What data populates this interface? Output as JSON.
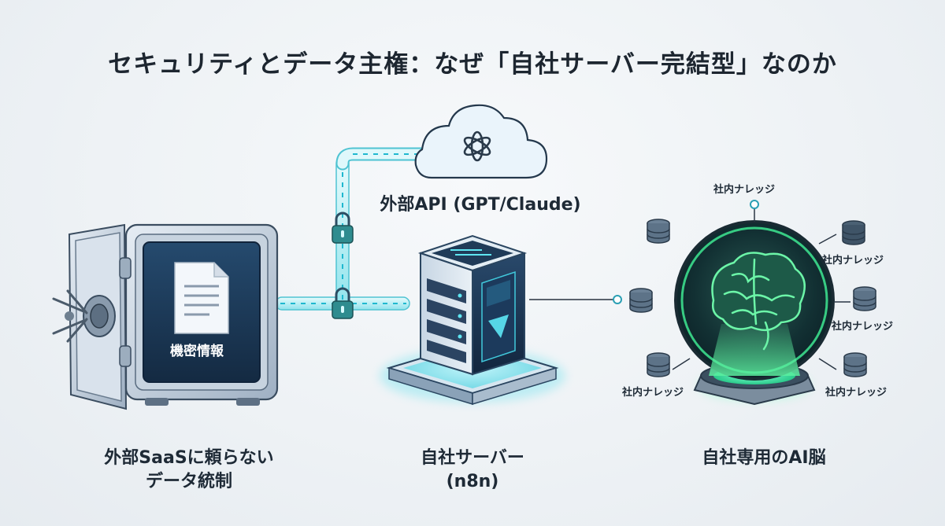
{
  "title": "セキュリティとデータ主権：なぜ「自社サーバー完結型」なのか",
  "external_api": {
    "label": "外部API (GPT/Claude)",
    "icon": "openai-logo-icon"
  },
  "vault": {
    "document_label": "機密情報",
    "caption_line1": "外部SaaSに頼らない",
    "caption_line2": "データ統制"
  },
  "server": {
    "caption_line1": "自社サーバー",
    "caption_line2": "(n8n)"
  },
  "brain": {
    "caption": "自社専用のAI脳",
    "knowledge_labels": [
      "社内ナレッジ",
      "社内ナレッジ",
      "社内ナレッジ",
      "社内ナレッジ",
      "社内ナレッジ"
    ]
  },
  "colors": {
    "accent": "#2fc8d8",
    "brain_glow": "#39e08a",
    "vault_dark": "#1e3550",
    "title": "#1d2630"
  }
}
